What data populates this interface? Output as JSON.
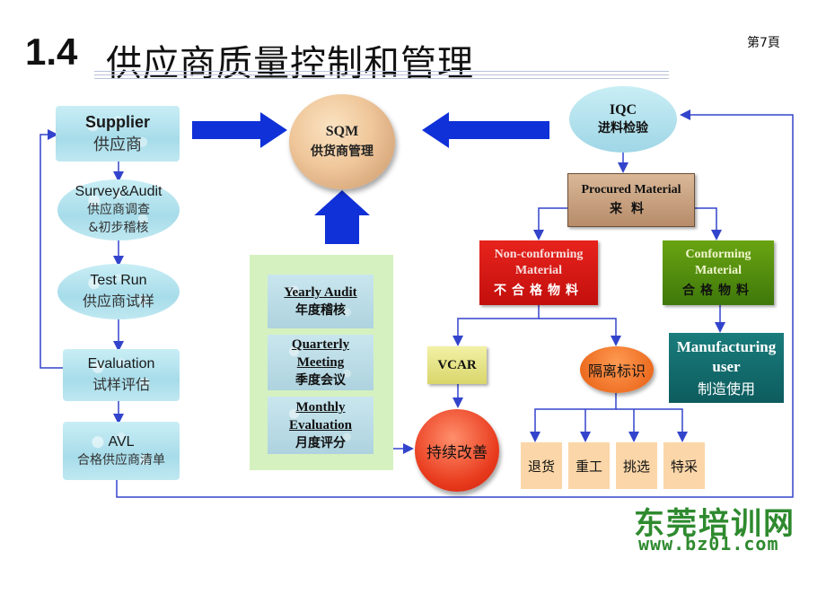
{
  "header": {
    "section_number": "1.4",
    "section_title": "供应商质量控制和管理",
    "page_label": "第7頁"
  },
  "left_flow": {
    "supplier": {
      "en": "Supplier",
      "cn": "供应商"
    },
    "survey": {
      "en": "Survey&Audit",
      "cn1": "供应商调查",
      "cn2": "&初步稽核"
    },
    "test_run": {
      "en": "Test Run",
      "cn": "供应商试样"
    },
    "evaluation": {
      "en": "Evaluation",
      "cn": "试样评估"
    },
    "avl": {
      "en": "AVL",
      "cn": "合格供应商清单"
    }
  },
  "center": {
    "sqm": {
      "en": "SQM",
      "cn": "供货商管理"
    },
    "yearly": {
      "en": "Yearly Audit",
      "cn": "年度稽核"
    },
    "quarterly": {
      "en1": "Quarterly",
      "en2": "Meeting",
      "cn": "季度会议"
    },
    "monthly": {
      "en1": "Monthly",
      "en2": "Evaluation",
      "cn": "月度评分"
    },
    "continuous": "持续改善"
  },
  "right_flow": {
    "iqc": {
      "en": "IQC",
      "cn": "进料检验"
    },
    "procured": {
      "en": "Procured Material",
      "cn": "来料"
    },
    "nonconforming": {
      "en1": "Non-conforming",
      "en2": "Material",
      "cn": "不合格物料"
    },
    "conforming": {
      "en1": "Conforming",
      "en2": "Material",
      "cn": "合格物料"
    },
    "manufacturing": {
      "en1": "Manufacturing",
      "en2": "user",
      "cn": "制造使用"
    },
    "vcar": "VCAR",
    "isolation": "隔离标识",
    "actions": [
      "退货",
      "重工",
      "挑选",
      "特采"
    ]
  },
  "watermark": {
    "cn": "东莞培训网",
    "url": "www.bz01.com"
  },
  "colors": {
    "arrow_blue": "#1030d8",
    "line_blue": "#3344cc"
  }
}
